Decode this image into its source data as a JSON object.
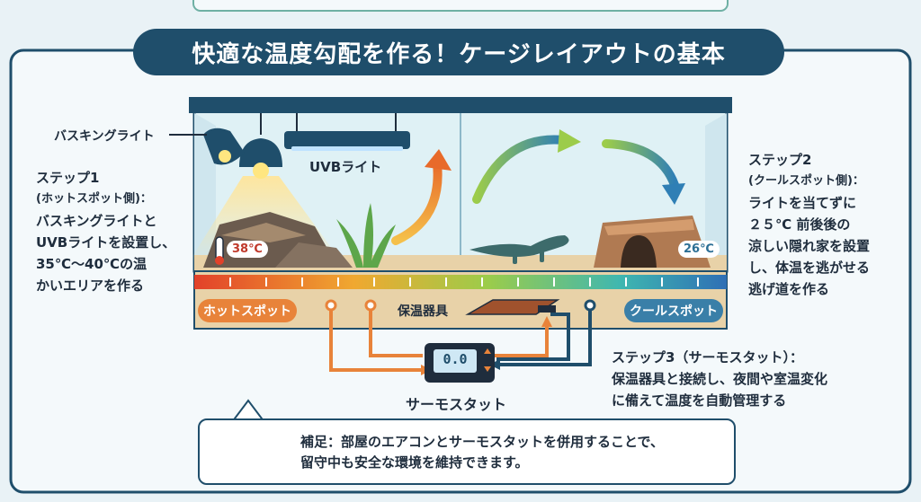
{
  "title": "快適な温度勾配を作る！ケージレイアウトの基本",
  "labels": {
    "basking_light": "バスキングライト",
    "uvb_light": "UVBライト",
    "heater": "保温器具",
    "thermostat": "サーモスタット",
    "hot_zone": "ホットスポット",
    "cool_zone": "クールスポット"
  },
  "temps": {
    "hot": "38℃",
    "cool": "26℃"
  },
  "thermostat_display": "0.0",
  "step1": {
    "lines": [
      "ステップ1",
      "(ホットスポット側)：",
      "バスキングライトと",
      "UVBライトを設置し、",
      "35℃〜40℃の温",
      "かいエリアを作る"
    ]
  },
  "step2": {
    "lines": [
      "ステップ2",
      "(クールスポット側)：",
      "ライトを当てずに",
      "２５℃ 前後後の",
      "涼しい隠れ家を設置",
      "し、体温を逃がせる",
      "逃げ道を作る"
    ]
  },
  "step3": {
    "lines": [
      "ステップ3（サーモスタット）：",
      "保温器具と接続し、夜間や室温変化",
      "に備えて温度を自動管理する"
    ]
  },
  "note": {
    "lines": [
      "補足：部屋のエアコンとサーモスタットを併用することで、",
      "留守中も安全な環境を維持できます。"
    ]
  },
  "colors": {
    "frame": "#1f4e6b",
    "hot": "#e8833a",
    "cool": "#3a7fa8",
    "heater": "#a0522d",
    "wire_orange": "#e8833a",
    "wire_blue": "#2c6f95"
  },
  "icons": [
    "basking-lamp-icon",
    "uvb-lamp-icon",
    "thermometer-icon",
    "lizard-icon",
    "plant-icon",
    "rock-icon",
    "cave-hide-icon",
    "thermostat-icon",
    "air-conditioner-icon",
    "arrow-warm-icon",
    "arrow-cool-icon"
  ]
}
